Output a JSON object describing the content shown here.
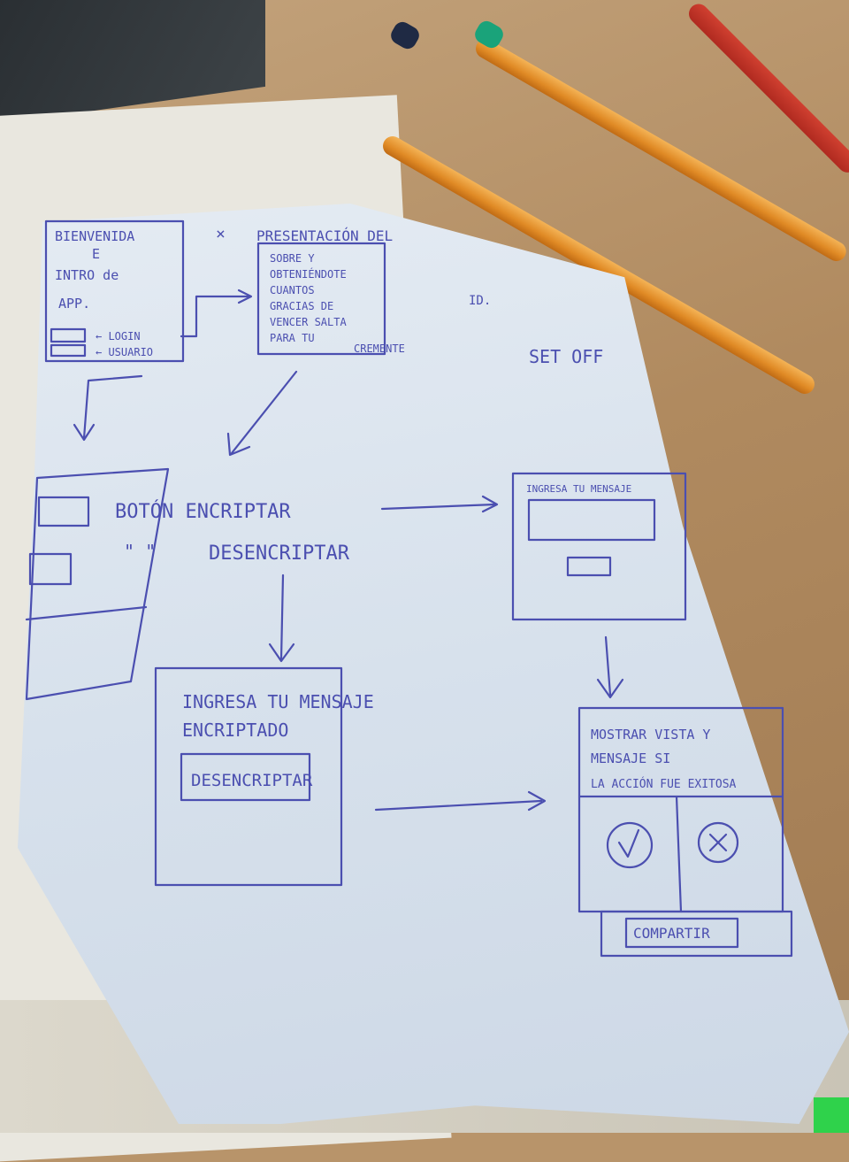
{
  "sketch": {
    "top_note_x": "×",
    "top_note": "PRESENTACIÓN DEL",
    "top_note_2": "ID.",
    "set_off": "SET OFF",
    "welcome": {
      "lines": [
        "BIENVENIDA",
        "E",
        "INTRO de",
        "APP."
      ],
      "login": "← LOGIN",
      "user": "← USUARIO"
    },
    "presentation_box": {
      "lines": [
        "SOBRE Y",
        "OBTENIÉNDOTE",
        "CUANTOS",
        "GRACIAS DE",
        "VENCER SALTA",
        "PARA TU",
        "CREMENTE"
      ]
    },
    "buttons_label": "BOTÓN ENCRIPTAR",
    "ditto": "\" \"",
    "decrypt_label": "DESENCRIPTAR",
    "enter_msg_title": "INGRESA TU MENSAJE",
    "decrypt_screen": {
      "title_lines": [
        "INGRESA TU MENSAJE",
        "ENCRIPTADO"
      ],
      "button": "DESENCRIPTAR"
    },
    "result_screen": {
      "title_lines": [
        "MOSTRAR VISTA Y",
        "MENSAJE SI",
        "LA ACCIÓN FUE EXITOSA"
      ],
      "share_button": "COMPARTIR"
    }
  }
}
